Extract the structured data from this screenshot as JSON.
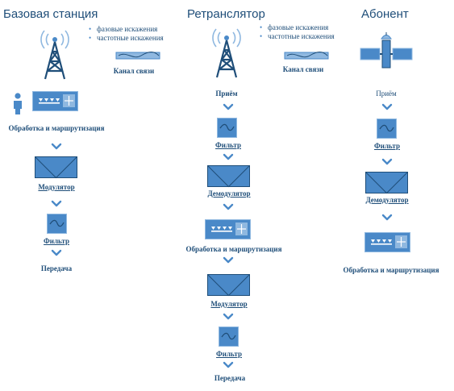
{
  "columns": {
    "base": {
      "title": "Базовая станция",
      "distortions": [
        "фазовые искажения",
        "частотные искажения"
      ],
      "channel": "Канал связи",
      "steps": [
        "Обработка и маршрутизация",
        "Модулятор",
        "Фильтр",
        "Передача"
      ]
    },
    "relay": {
      "title": "Ретранслятор",
      "distortions": [
        "фазовые искажения",
        "частотные искажения"
      ],
      "channel": "Канал связи",
      "steps": [
        "Приём",
        "Фильтр",
        "Демодулятор",
        "Обработка и маршрутизация",
        "Модулятор",
        "Фильтр",
        "Передача"
      ]
    },
    "subscriber": {
      "title": "Абонент",
      "steps": [
        "Приём",
        "Фильтр",
        "Демодулятор",
        "Обработка и маршрутизация"
      ]
    }
  },
  "colors": {
    "accent": "#4a89c8",
    "accent_light": "#8fb8e0",
    "dark": "#1f4e79",
    "text": "#1f4e79"
  }
}
